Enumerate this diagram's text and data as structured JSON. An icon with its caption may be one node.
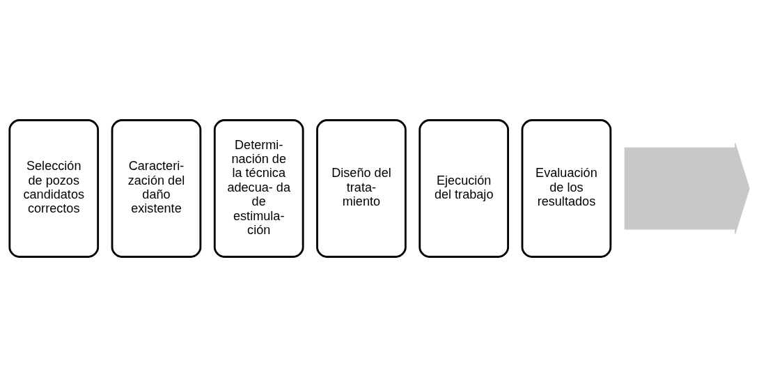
{
  "diagram": {
    "nodes": [
      {
        "text": [],
        "shape": "arrow"
      },
      {
        "text": [
          "Selección de pozos candidatos correctos"
        ]
      },
      {
        "text": [
          "Caracteri- zación del daño existente"
        ]
      },
      {
        "text": [
          "Determi- nación de la técnica adecua- da de estimula- ción"
        ]
      },
      {
        "text": [
          "Diseño del trata- miento"
        ]
      },
      {
        "text": [
          "Ejecución del trabajo"
        ]
      },
      {
        "text": [
          "Evaluación de los resultados"
        ]
      }
    ],
    "edges": []
  }
}
